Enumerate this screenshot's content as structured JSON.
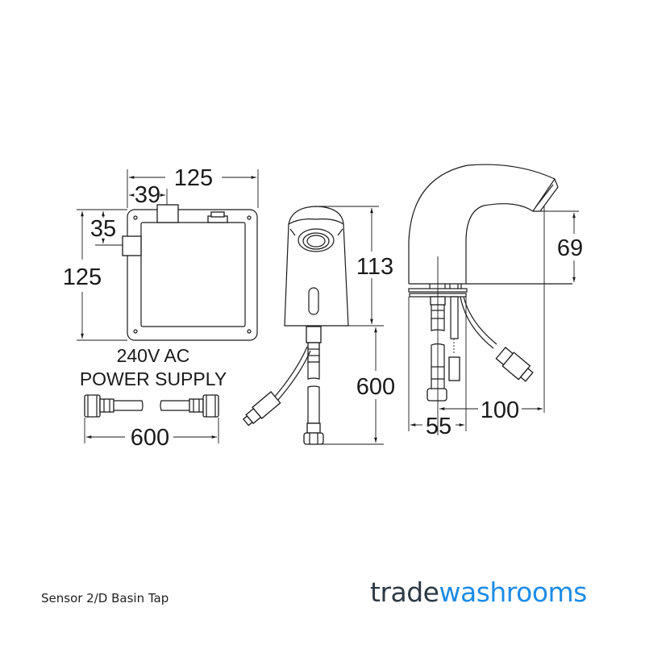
{
  "drawing": {
    "control_box": {
      "width_dim": "125",
      "height_dim": "125",
      "offset_x_dim": "39",
      "offset_y_dim": "35",
      "power_label_line1": "240V AC",
      "power_label_line2": "POWER SUPPLY"
    },
    "flexible_hose": {
      "length_dim": "600"
    },
    "tap_front_view": {
      "height_dim": "113",
      "hose_length_dim": "600"
    },
    "tap_side_view": {
      "spout_height_dim": "69",
      "reach_dim": "100",
      "base_dim": "55"
    }
  },
  "caption": {
    "product_name": "Sensor 2/D Basin Tap"
  },
  "brand": {
    "part1": "trade",
    "part2": "washrooms",
    "color_dark": "#2e3a45",
    "color_accent": "#1e8ce6"
  }
}
